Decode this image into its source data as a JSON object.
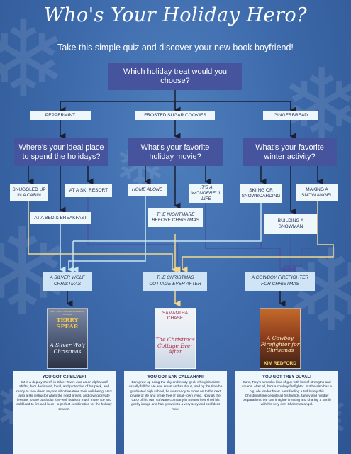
{
  "title": "Who's Your Holiday Hero?",
  "subtitle": "Take this simple quiz and discover your new book boyfriend!",
  "question_main": "Which holiday treat would you choose?",
  "treats": [
    "PEPPERMINT",
    "FROSTED SUGAR COOKIES",
    "GINGERBREAD"
  ],
  "questions": [
    "Where's your ideal place to spend the holidays?",
    "What's your favorite holiday movie?",
    "What's your favorite winter activity?"
  ],
  "answers": {
    "cabin": "SNUGGLED UP IN A CABIN",
    "ski_resort": "AT A SKI RESORT",
    "bed_breakfast": "AT A BED & BREAKFAST",
    "home_alone": "HOME ALONE",
    "wonderful_life": "IT'S A WONDERFUL LIFE",
    "nightmare": "THE NIGHTMARE BEFORE CHRISTMAS",
    "skiing": "SKIING OR SNOWBOARDING",
    "snow_angel": "MAKING A SNOW ANGEL",
    "snowman": "BUILDING A SNOWMAN"
  },
  "results": [
    "A SILVER WOLF CHRISTMAS",
    "THE CHRISTMAS COTTAGE EVER AFTER",
    "A COWBOY FIREFIGHTER FOR CHRISTMAS"
  ],
  "covers": [
    {
      "blurb": "NEW YORK TIMES BESTSELLING AUTHOR",
      "author": "TERRY SPEAR",
      "title": "A Silver Wolf Christmas"
    },
    {
      "author": "SAMANTHA CHASE",
      "title": "The Christmas Cottage Ever After"
    },
    {
      "author": "KIM REDFORD",
      "title": "A Cowboy Firefighter for Christmas"
    }
  ],
  "heroes": [
    {
      "heading": "YOU GOT CJ SILVER!",
      "text": "CJ is a deputy sheriff in Silver Town. And as an alpha wolf shifter, he's dedicated, loyal, and protective of his pack, and ready to take down anyone who threatens their well-being. He's also a ski instructor when the need arises, and giving private lessons to one particular she-wolf leads to much more. Ice and cold lead to fire and heat—a perfect combination for the holiday season."
    },
    {
      "heading": "YOU GOT EAN CALLAHAN!",
      "text": "Ean grew up being the shy and nerdy geek who girls didn't usually fall for. He was smart and studious, and by the time he graduated high school, he was ready to move on to the next phase of life and break free of small-town living. Now as the CEO of his own software company in Boston he's shed his geeky image and has grown into a very sexy and confident man."
    },
    {
      "heading": "YOU GOT TREY DUVAL!",
      "text": "Sure, Trey's a macho kind of guy with lots of strengths and smarts. After all, he's a cowboy firefighter. But he also has a big, ole tender heart. He's feeling a tad lonely this Christmastime despite all his friends, family and holiday preparations. He can imagine creating and sharing a family with his very own Christmas angel."
    }
  ],
  "colors": {
    "background": "#3d6aab",
    "question_box": "#46549d",
    "answer_box": "#eef7fc",
    "result_box": "#cfe4f5",
    "path_purple": "#46549d",
    "path_yellow": "#f2d98a",
    "path_light": "#c9e6f3"
  },
  "icons": [
    "snowflake-icon",
    "arrow-down-icon"
  ]
}
